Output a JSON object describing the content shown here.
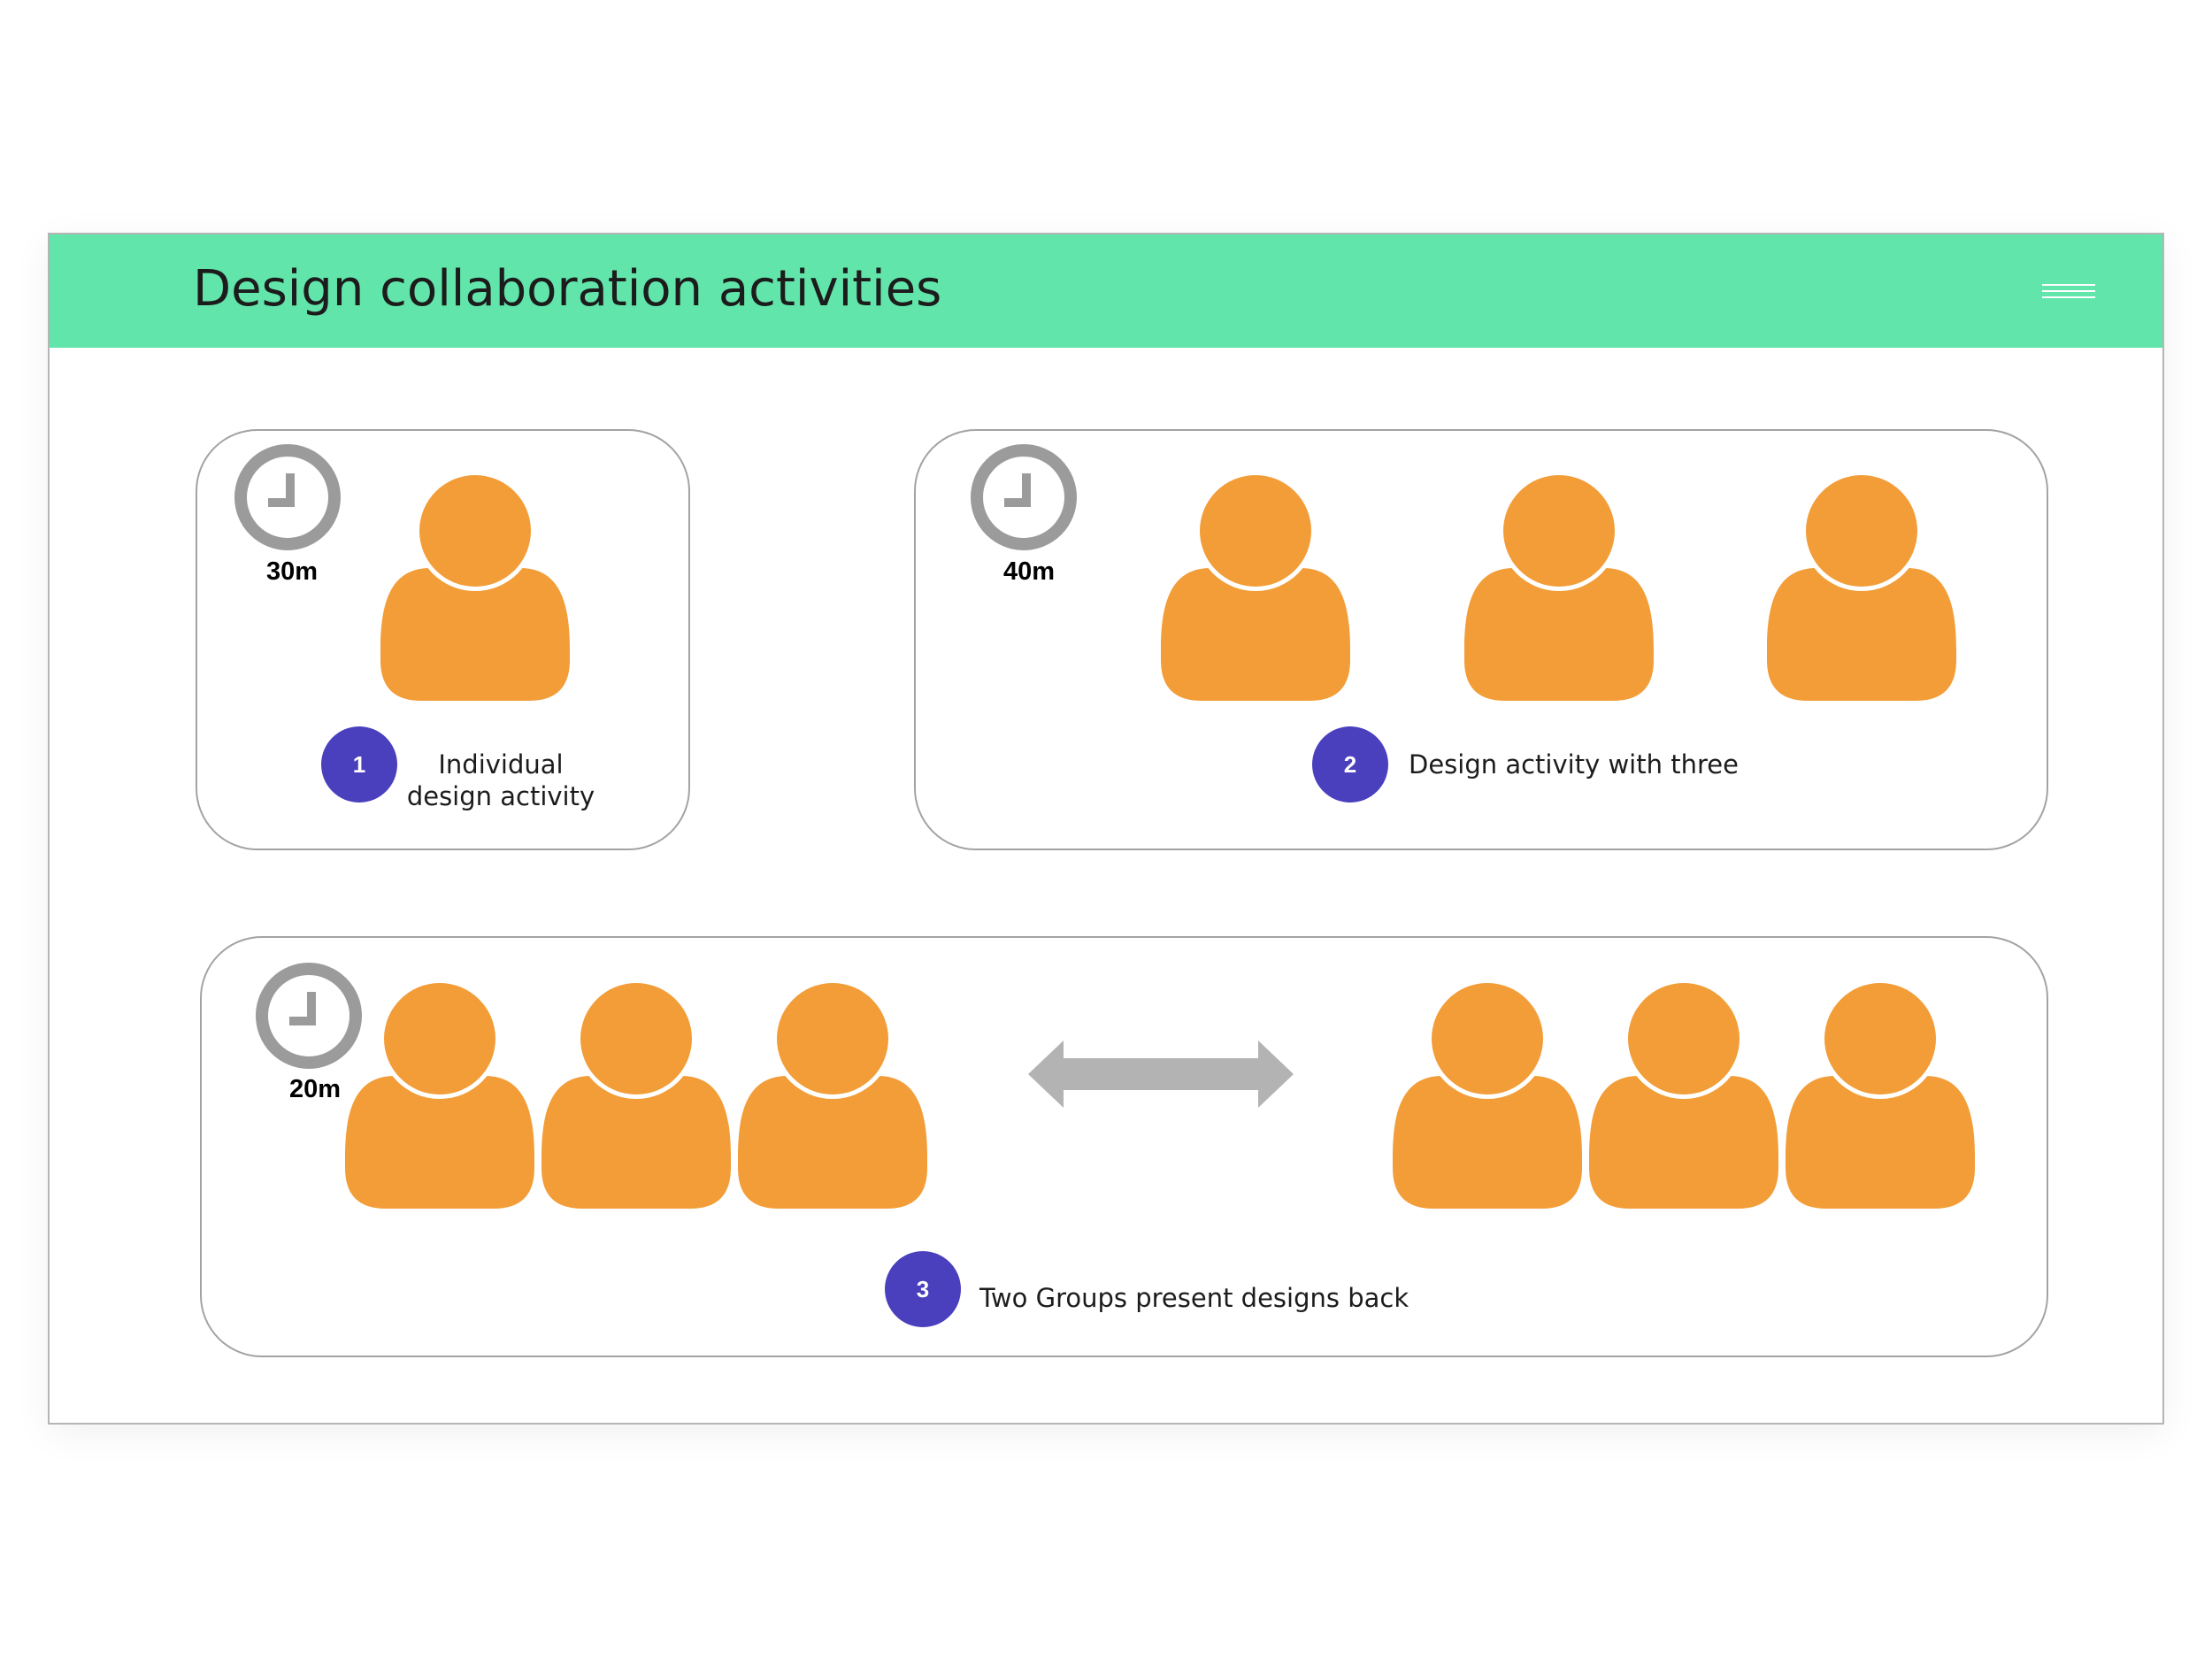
{
  "title": "Design collaboration activities",
  "colors": {
    "header": "#62e5aa",
    "person": "#f29d38",
    "badge": "#4a3fbd",
    "clock": "#9b9b9b",
    "arrow": "#b3b3b3"
  },
  "icons": {
    "clock": "clock-icon",
    "person": "person-icon",
    "arrow": "double-arrow-icon",
    "menu": "menu-icon"
  },
  "activities": [
    {
      "number": "1",
      "duration": "30m",
      "label_line1": "Individual",
      "label_line2": "design activity"
    },
    {
      "number": "2",
      "duration": "40m",
      "label": "Design activity with three"
    },
    {
      "number": "3",
      "duration": "20m",
      "label": "Two Groups present designs back"
    }
  ]
}
